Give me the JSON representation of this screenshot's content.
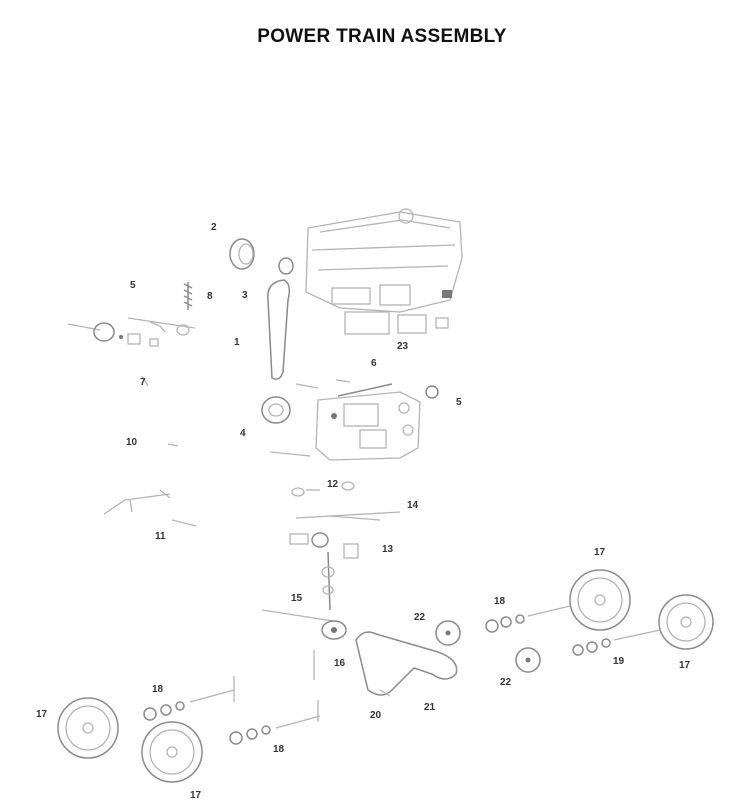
{
  "title": "POWER TRAIN ASSEMBLY",
  "callouts": [
    {
      "id": "c2a",
      "text": "2"
    },
    {
      "id": "c3",
      "text": "3"
    },
    {
      "id": "c5a",
      "text": "5"
    },
    {
      "id": "c8",
      "text": "8"
    },
    {
      "id": "c1",
      "text": "1"
    },
    {
      "id": "c7",
      "text": "7"
    },
    {
      "id": "c23",
      "text": "23"
    },
    {
      "id": "c6",
      "text": "6"
    },
    {
      "id": "c5b",
      "text": "5"
    },
    {
      "id": "c4",
      "text": "4"
    },
    {
      "id": "c10",
      "text": "10"
    },
    {
      "id": "c12",
      "text": "12"
    },
    {
      "id": "c14",
      "text": "14"
    },
    {
      "id": "c11",
      "text": "11"
    },
    {
      "id": "c13",
      "text": "13"
    },
    {
      "id": "c15",
      "text": "15"
    },
    {
      "id": "c17a",
      "text": "17"
    },
    {
      "id": "c18a",
      "text": "18"
    },
    {
      "id": "c22a",
      "text": "22"
    },
    {
      "id": "c16",
      "text": "16"
    },
    {
      "id": "c19",
      "text": "19"
    },
    {
      "id": "c17b",
      "text": "17"
    },
    {
      "id": "c22b",
      "text": "22"
    },
    {
      "id": "c18b",
      "text": "18"
    },
    {
      "id": "c20",
      "text": "20"
    },
    {
      "id": "c21",
      "text": "21"
    },
    {
      "id": "c17c",
      "text": "17"
    },
    {
      "id": "c18c",
      "text": "18"
    },
    {
      "id": "c17d",
      "text": "17"
    }
  ]
}
